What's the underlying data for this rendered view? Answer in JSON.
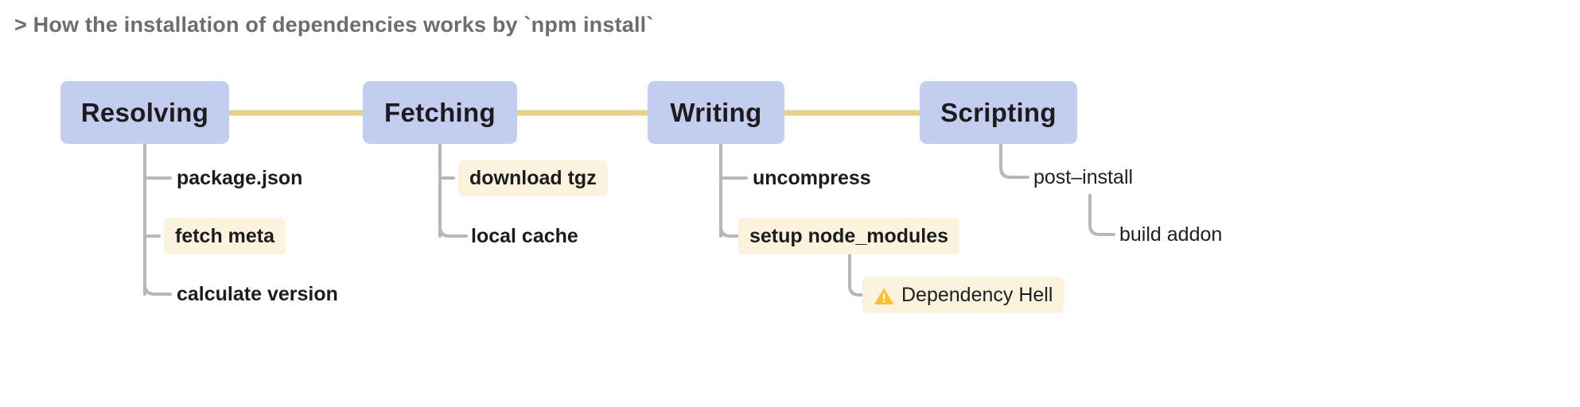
{
  "header": {
    "title": "> How the installation of dependencies works by `npm install`"
  },
  "palette": {
    "background": "#ffffff",
    "title_text": "#6d6d6d",
    "stage_fill": "#c3cdf0",
    "stage_text": "#1c1c1e",
    "arrow": "#e8cf8d",
    "connector": "#b7b7b7",
    "highlight_fill": "#fbf3de",
    "leaf_text": "#1c1c1e",
    "warning_icon": "#fbc02d"
  },
  "diagram": {
    "type": "flow-tree",
    "orientation": "horizontal",
    "arrow_label": "",
    "stages": [
      {
        "id": "resolving",
        "label": "Resolving",
        "children": [
          {
            "label": "package.json",
            "style": "plain",
            "icon": null
          },
          {
            "label": "fetch meta",
            "style": "highlight",
            "icon": null
          },
          {
            "label": "calculate version",
            "style": "plain",
            "icon": null
          }
        ]
      },
      {
        "id": "fetching",
        "label": "Fetching",
        "children": [
          {
            "label": "download tgz",
            "style": "highlight",
            "icon": null
          },
          {
            "label": "local cache",
            "style": "plain",
            "icon": null
          }
        ]
      },
      {
        "id": "writing",
        "label": "Writing",
        "children": [
          {
            "label": "uncompress",
            "style": "plain",
            "icon": null
          },
          {
            "label": "setup node_modules",
            "style": "highlight",
            "icon": null,
            "children": [
              {
                "label": "Dependency Hell",
                "style": "soft",
                "icon": "warning-icon"
              }
            ]
          }
        ]
      },
      {
        "id": "scripting",
        "label": "Scripting",
        "children": [
          {
            "label": "post–install",
            "style": "thin",
            "icon": null,
            "children": [
              {
                "label": "build addon",
                "style": "thin",
                "icon": null
              }
            ]
          }
        ]
      }
    ]
  }
}
